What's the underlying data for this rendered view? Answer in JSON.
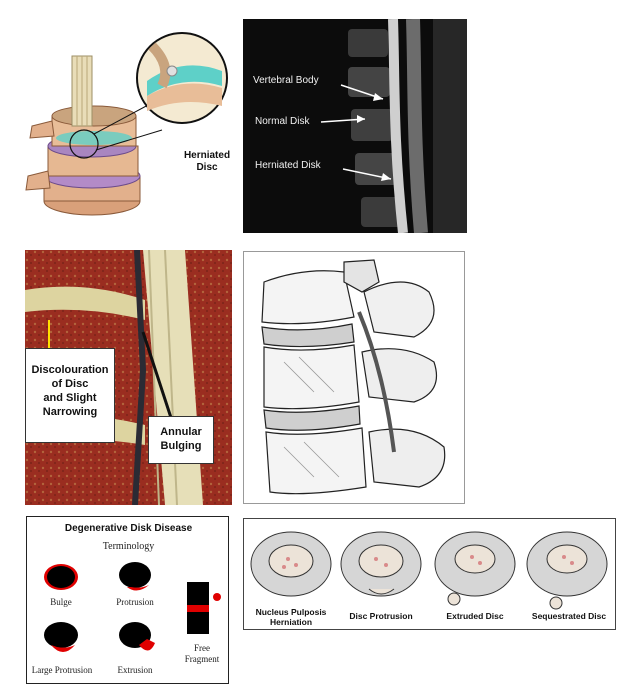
{
  "illustration": {
    "caption": "Herniated\nDisc"
  },
  "mri": {
    "labels": [
      "Vertebral Body",
      "Normal Disk",
      "Herniated Disk"
    ]
  },
  "histology": {
    "left_box": "Discolouration\nof Disc\nand Slight\nNarrowing",
    "right_box": "Annular\nBulging"
  },
  "ddd_chart": {
    "title": "Degenerative Disk Disease",
    "subtitle": "Terminology",
    "items": [
      "Bulge",
      "Protrusion",
      "Large Protrusion",
      "Extrusion",
      "Free\nFragment"
    ],
    "colors": {
      "nucleus": "#000000",
      "herniation": "#e00000"
    }
  },
  "cross_sections": {
    "labels": [
      "Nucleus Pulposis\nHerniation",
      "Disc Protrusion",
      "Extruded Disc",
      "Sequestrated Disc"
    ]
  }
}
